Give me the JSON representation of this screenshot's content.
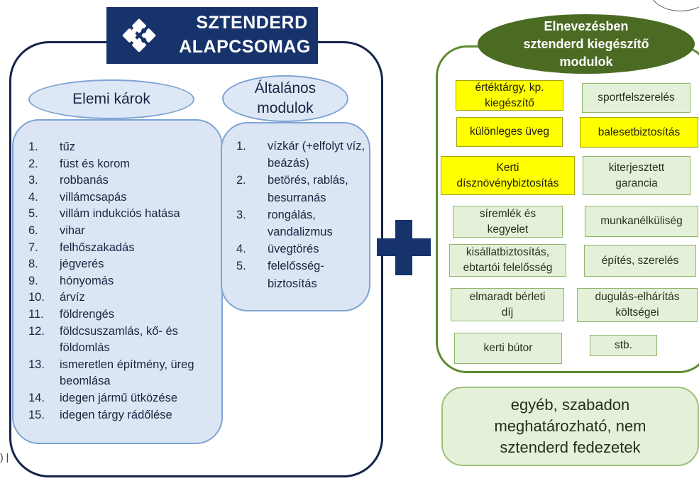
{
  "package": {
    "title_line1": "SZTENDERD",
    "title_line2": "ALAPCSOMAG",
    "logo_icon": "puzzle-icon",
    "colors": {
      "navy": "#17336b",
      "light_blue": "#dbe5f4"
    }
  },
  "elemi": {
    "heading": "Elemi károk",
    "items": [
      {
        "num": "1.",
        "label": "tűz"
      },
      {
        "num": "2.",
        "label": "füst és korom"
      },
      {
        "num": "3.",
        "label": "robbanás"
      },
      {
        "num": "4.",
        "label": "villámcsapás"
      },
      {
        "num": "5.",
        "label": "villám indukciós hatása"
      },
      {
        "num": "6.",
        "label": "vihar"
      },
      {
        "num": "7.",
        "label": "felhőszakadás"
      },
      {
        "num": "8.",
        "label": "jégverés"
      },
      {
        "num": "9.",
        "label": "hónyomás"
      },
      {
        "num": "10.",
        "label": "árvíz"
      },
      {
        "num": "11.",
        "label": "földrengés"
      },
      {
        "num": "12.",
        "label": "földcsuszamlás, kő- és földomlás"
      },
      {
        "num": "13.",
        "label": "ismeretlen építmény, üreg beomlása"
      },
      {
        "num": "14.",
        "label": "idegen jármű ütközése"
      },
      {
        "num": "15.",
        "label": "idegen tárgy rádőlése"
      }
    ]
  },
  "altalanos": {
    "heading_line1": "Általános",
    "heading_line2": "modulok",
    "items": [
      {
        "num": "1.",
        "label": "vízkár (+elfolyt víz, beázás)"
      },
      {
        "num": "2.",
        "label": "betörés, rablás, besurranás"
      },
      {
        "num": "3.",
        "label": "rongálás, vandalizmus"
      },
      {
        "num": "4.",
        "label": "üvegtörés"
      },
      {
        "num": "5.",
        "label": "felelősség-biztosítás"
      }
    ]
  },
  "plus_icon": "plus-icon",
  "modules": {
    "heading_line1": "Elnevezésben",
    "heading_line2": "sztenderd kiegészítő",
    "heading_line3": "modulok",
    "colors": {
      "green_dark": "#4b6b23",
      "highlight": "#ffff00",
      "box": "#e5f0d9"
    },
    "items": [
      {
        "l1": "értéktárgy, kp.",
        "l2": "kiegészítő",
        "highlight": true
      },
      {
        "l1": "sportfelszerelés",
        "l2": "",
        "highlight": false
      },
      {
        "l1": "különleges üveg",
        "l2": "",
        "highlight": true
      },
      {
        "l1": "balesetbiztosítás",
        "l2": "",
        "highlight": true
      },
      {
        "l1": "Kerti",
        "l2": "dísznövénybiztosítás",
        "highlight": true
      },
      {
        "l1": "kiterjesztett",
        "l2": "garancia",
        "highlight": false
      },
      {
        "l1": "síremlék és",
        "l2": "kegyelet",
        "highlight": false
      },
      {
        "l1": "munkanélküliség",
        "l2": "",
        "highlight": false
      },
      {
        "l1": "kisállatbiztosítás,",
        "l2": "ebtartói felelősség",
        "highlight": false
      },
      {
        "l1": "építés, szerelés",
        "l2": "",
        "highlight": false
      },
      {
        "l1": "elmaradt bérleti",
        "l2": "díj",
        "highlight": false
      },
      {
        "l1": "dugulás-elhárítás",
        "l2": "költségei",
        "highlight": false
      },
      {
        "l1": "kerti bútor",
        "l2": "",
        "highlight": false
      },
      {
        "l1": "stb.",
        "l2": "",
        "highlight": false
      }
    ]
  },
  "other": {
    "line1": "egyéb, szabadon",
    "line2": "meghatározható, nem",
    "line3": "sztenderd fedezetek"
  },
  "edge_mark": ") |"
}
